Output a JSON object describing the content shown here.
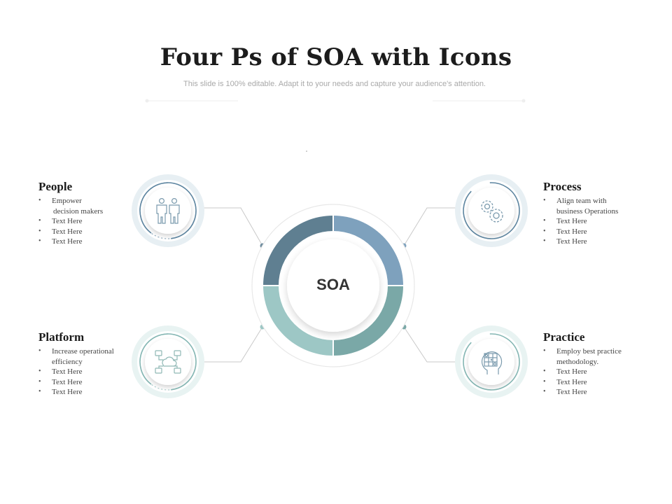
{
  "slide": {
    "title": "Four Ps of SOA with Icons",
    "subtitle": "This slide is 100% editable. Adapt it to your needs and capture your audience's attention."
  },
  "hub": {
    "label": "SOA"
  },
  "colors": {
    "segment_top_left": "#5f7f91",
    "segment_top_right": "#7ea1bd",
    "segment_bottom_left": "#9dc7c5",
    "segment_bottom_right": "#7aa8a7",
    "icon_ring_blue": "#5d85a0",
    "icon_ring_teal": "#84b6b3"
  },
  "sections": {
    "people": {
      "title": "People",
      "items": [
        "Empower",
        "decision makers",
        "Text Here",
        "Text Here",
        "Text Here"
      ],
      "icon": "people-icon"
    },
    "process": {
      "title": "Process",
      "items": [
        "Align team with business Operations",
        "Text Here",
        "Text Here",
        "Text Here"
      ],
      "icon": "gears-icon"
    },
    "platform": {
      "title": "Platform",
      "items": [
        "Increase operational efficiency",
        "Text Here",
        "Text Here",
        "Text Here"
      ],
      "icon": "network-cloud-icon"
    },
    "practice": {
      "title": "Practice",
      "items": [
        "Employ best practice methodology.",
        "Text Here",
        "Text Here",
        "Text Here"
      ],
      "icon": "head-strategy-icon"
    }
  }
}
